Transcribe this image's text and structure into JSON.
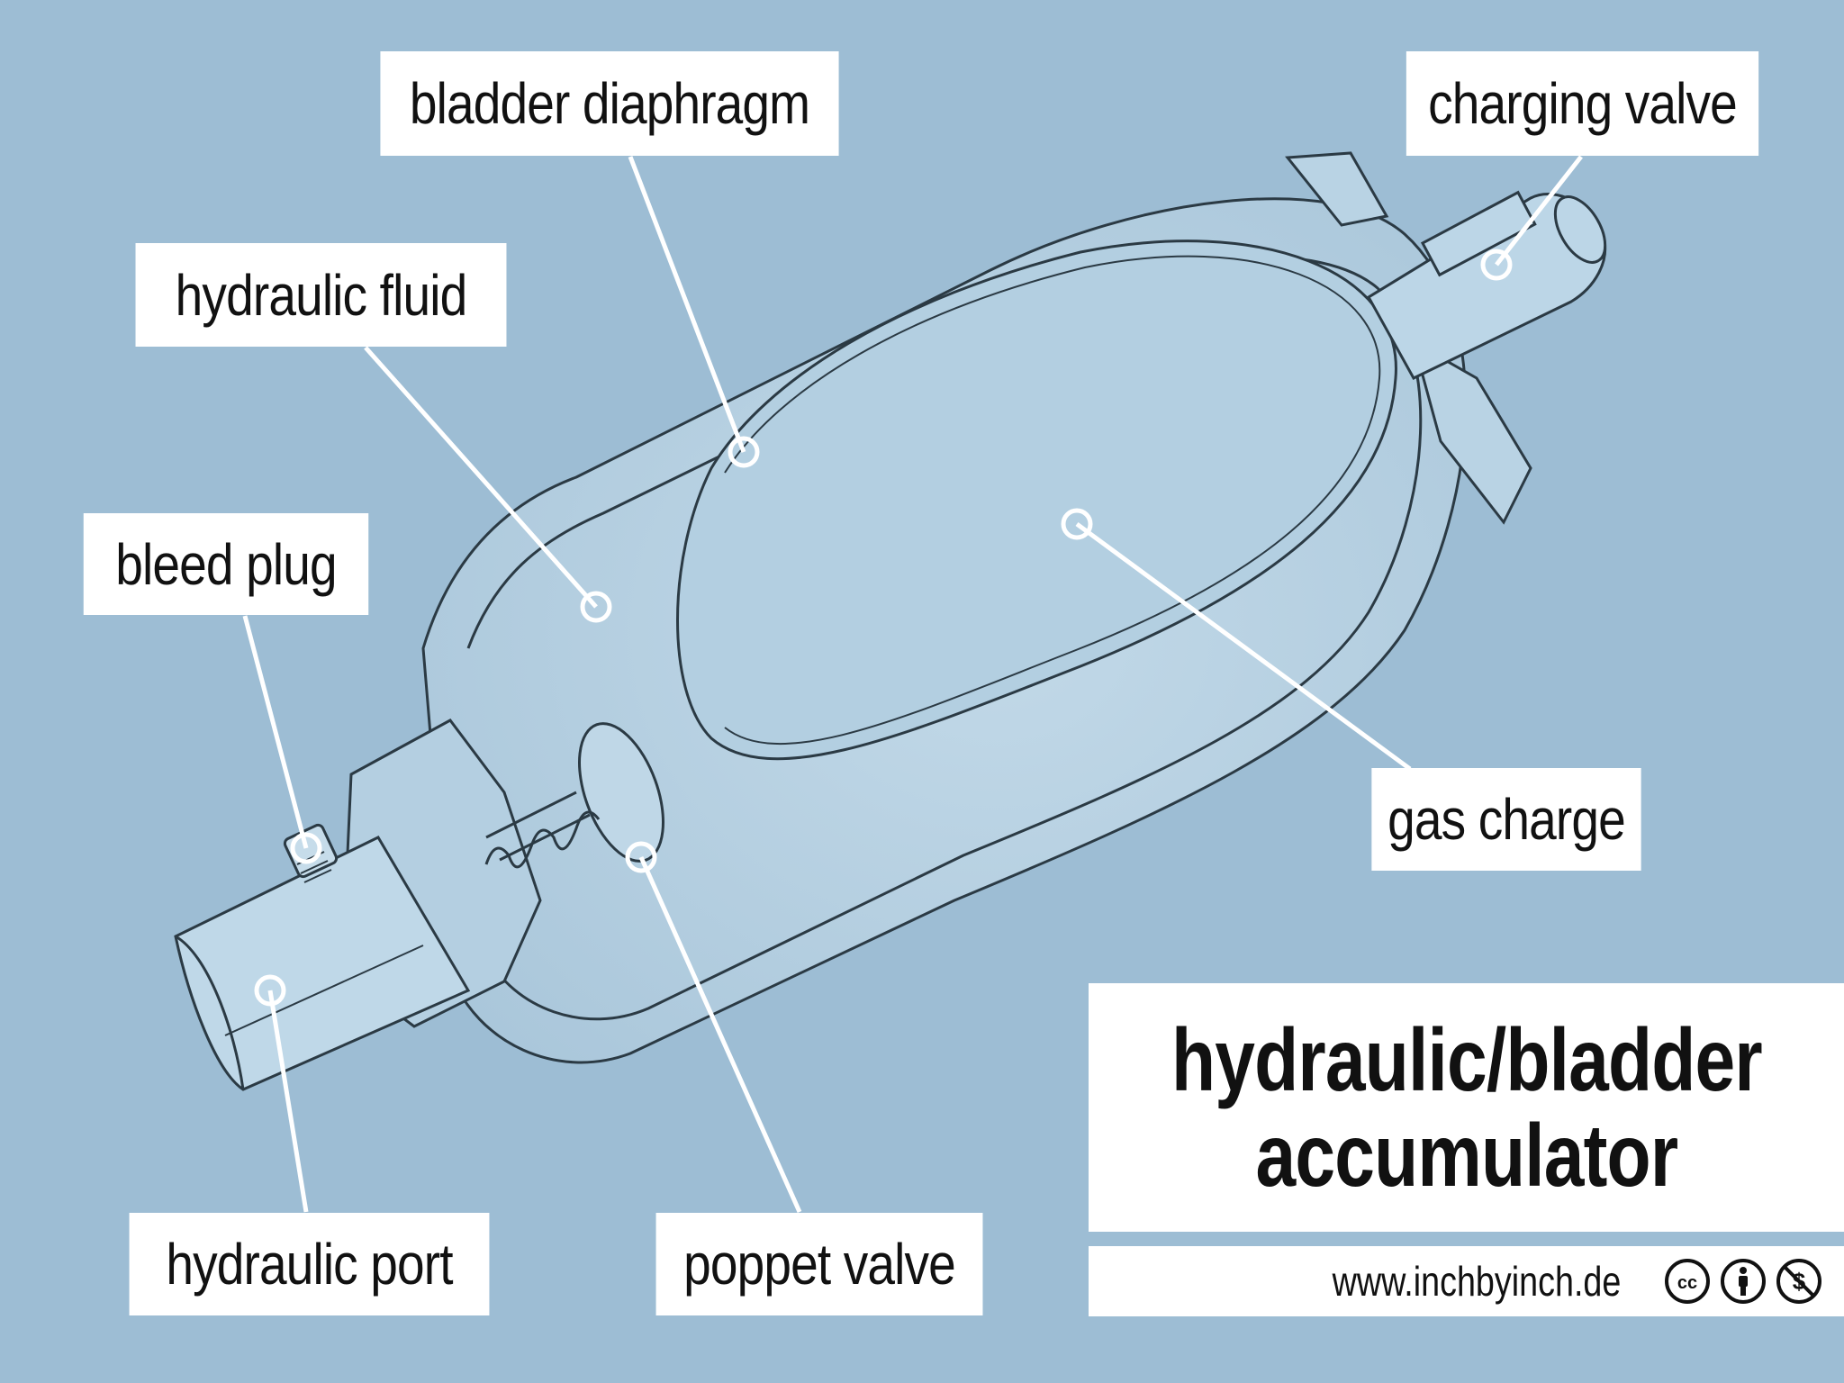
{
  "labels": {
    "bladder_diaphragm": "bladder diaphragm",
    "charging_valve": "charging valve",
    "hydraulic_fluid": "hydraulic fluid",
    "bleed_plug": "bleed plug",
    "gas_charge": "gas charge",
    "hydraulic_port": "hydraulic port",
    "poppet_valve": "poppet valve"
  },
  "title": {
    "line1": "hydraulic/bladder",
    "line2": "accumulator"
  },
  "footer": {
    "url": "www.inchbyinch.de",
    "cc_text": "cc"
  },
  "icons": [
    "cc-icon",
    "attribution-icon",
    "noncommercial-icon"
  ],
  "colors": {
    "background": "#9dbdd4",
    "body_fill": "#b6d1e2",
    "outline": "#2b3a44",
    "label_bg": "#ffffff"
  }
}
